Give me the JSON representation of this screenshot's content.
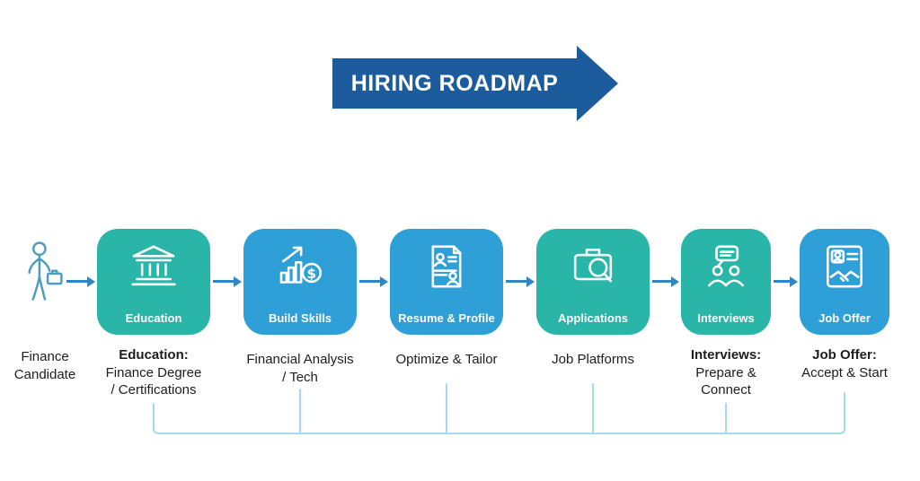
{
  "banner": {
    "title": "HIRING ROADMAP"
  },
  "candidate": {
    "icon": "person-briefcase-icon",
    "lines": [
      "Finance",
      "Candidate"
    ]
  },
  "steps": [
    {
      "label": "Education",
      "icon": "bank-building-icon",
      "color": "teal",
      "desc_title": "Education:",
      "desc_lines": [
        "Finance Degree",
        "/ Certifications"
      ]
    },
    {
      "label": "Build Skills",
      "icon": "growth-chart-dollar-icon",
      "color": "blue",
      "coin_symbol": "$",
      "desc_title": "",
      "desc_lines": [
        "Financial Analysis",
        "/ Tech"
      ]
    },
    {
      "label": "Resume & Profile",
      "icon": "resume-document-icon",
      "color": "blue",
      "desc_title": "",
      "desc_lines": [
        "Optimize & Tailor"
      ]
    },
    {
      "label": "Applications",
      "icon": "briefcase-search-icon",
      "color": "teal",
      "desc_title": "",
      "desc_lines": [
        "Job Platforms"
      ]
    },
    {
      "label": "Interviews",
      "icon": "people-chat-icon",
      "color": "teal",
      "desc_title": "Interviews:",
      "desc_lines": [
        "Prepare &",
        "Connect"
      ]
    },
    {
      "label": "Job Offer",
      "icon": "handshake-contract-icon",
      "color": "blue",
      "desc_title": "Job Offer:",
      "desc_lines": [
        "Accept & Start"
      ]
    }
  ],
  "colors": {
    "banner": "#1c5c9c",
    "teal": "#29b5a8",
    "blue": "#2f9fd8",
    "arrow": "#2e86c6",
    "bracket": "#a6d9ea",
    "text": "#1d1d1d",
    "person": "#4e9cbf"
  }
}
